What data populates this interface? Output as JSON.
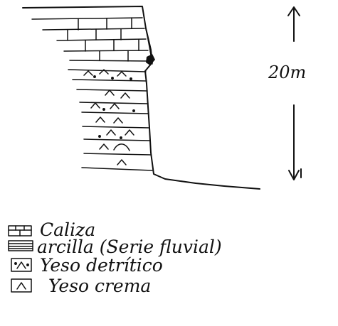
{
  "scale": {
    "label": "20m"
  },
  "legend": {
    "items": [
      {
        "symbol": "brick-icon",
        "label": "Caliza"
      },
      {
        "symbol": "horizontal-lines-icon",
        "label": "arcilla (Serie fluvial)"
      },
      {
        "symbol": "caret-dots-icon",
        "label": "Yeso detrítico"
      },
      {
        "symbol": "caret-icon",
        "label": "Yeso crema"
      }
    ]
  },
  "colors": {
    "ink": "#111111",
    "paper": "#ffffff"
  }
}
